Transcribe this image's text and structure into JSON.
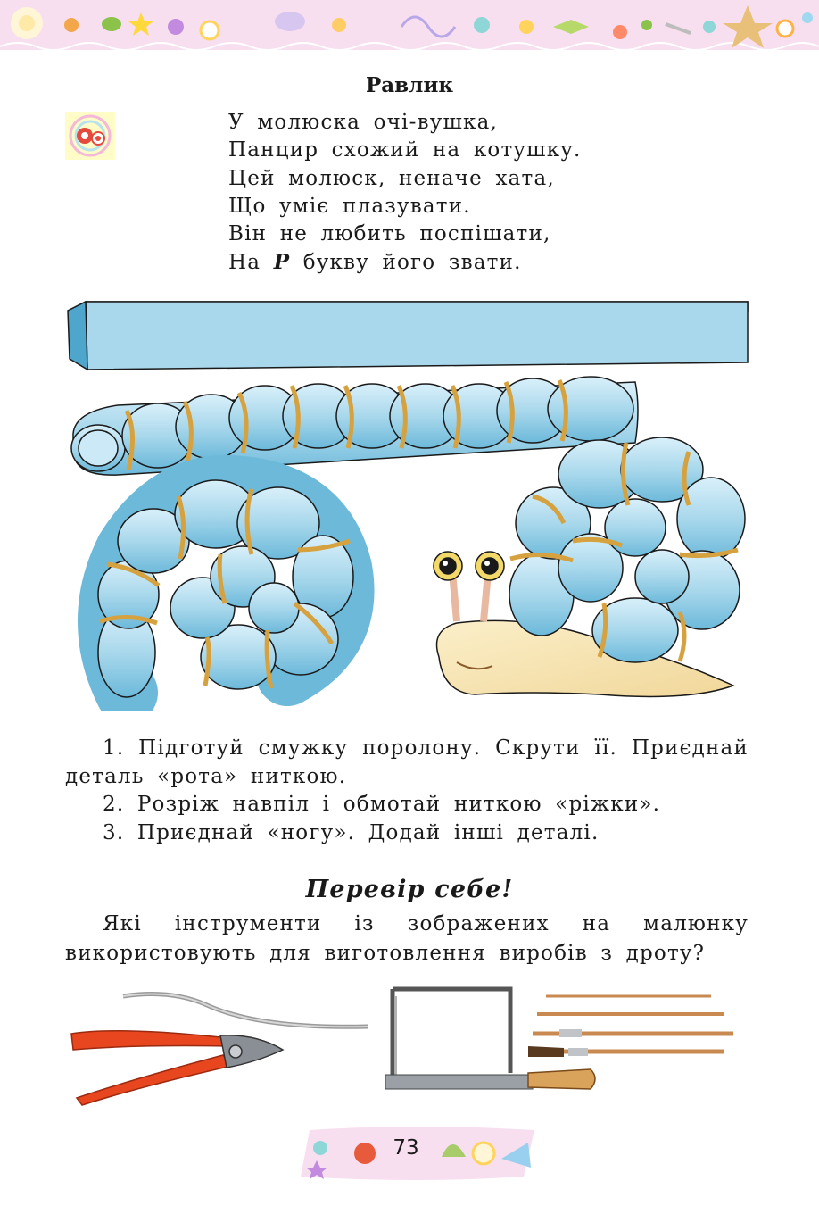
{
  "header": {
    "decoration": "floral-border"
  },
  "title": "Равлик",
  "poem": {
    "icon": "flower-badge-icon",
    "lines": [
      "У молюска очі-вушка,",
      "Панцир схожий на котушку.",
      "Цей молюск, неначе хата,",
      "Що уміє плазувати.",
      "Він не любить поспішати,"
    ],
    "last_line_before": "На ",
    "last_line_bold": "Р",
    "last_line_after": " букву його звати."
  },
  "illustration": {
    "items": [
      "foam-strip",
      "foam-twisted-roll",
      "foam-spiral",
      "snail-craft"
    ]
  },
  "steps": [
    "1. Підготуй смужку поролону. Скрути її. Приєднай деталь «рота» ниткою.",
    "2. Розріж навпіл і обмотай ниткою «ріжки».",
    "3. Приєднай «ногу». Додай інші деталі."
  ],
  "check": {
    "title": "Перевір себе!",
    "question": "Які інструменти із зображених на малюнку використовують для виготовлення виробів з дроту?"
  },
  "tools": [
    "pliers-with-wire",
    "fretsaw",
    "brushes"
  ],
  "footer": {
    "page_number": "73"
  },
  "colors": {
    "foam": "#a9d8ec",
    "foam_dark": "#4fa6cc",
    "thread": "#d6a13f",
    "band": "#f7dff0",
    "snail_body": "#f6e3b0"
  }
}
